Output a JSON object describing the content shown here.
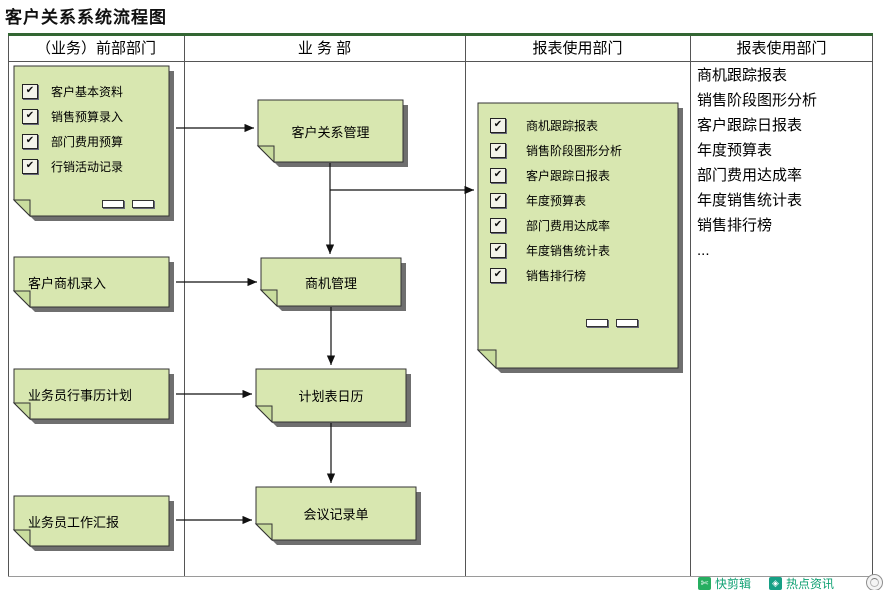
{
  "title": "客户关系系统流程图",
  "columns": {
    "c1": "（业务）前部部门",
    "c2": "业 务 部",
    "c3": "报表使用部门",
    "c4": "报表使用部门"
  },
  "front_dept": {
    "input_doc": {
      "items": [
        "客户基本资料",
        "销售预算录入",
        "部门费用预算",
        "行销活动记录"
      ]
    },
    "box_opportunity_entry": "客户商机录入",
    "box_schedule_plan": "业务员行事历计划",
    "box_work_report": "业务员工作汇报"
  },
  "business_dept": {
    "box_crm": "客户关系管理",
    "box_opportunity_mgmt": "商机管理",
    "box_calendar": "计划表日历",
    "box_meeting_record": "会议记录单"
  },
  "report_dept": {
    "report_doc": {
      "items": [
        "商机跟踪报表",
        "销售阶段图形分析",
        "客户跟踪日报表",
        "年度预算表",
        "部门费用达成率",
        "年度销售统计表",
        "销售排行榜"
      ]
    }
  },
  "report_list": [
    "商机跟踪报表",
    "销售阶段图形分析",
    "客户跟踪日报表",
    "年度预算表",
    "部门费用达成率",
    "年度销售统计表",
    "销售排行榜",
    "..."
  ],
  "footer": {
    "quick_clip": "快剪辑",
    "hot_news": "热点资讯"
  },
  "icons": {
    "checkmark": "✔",
    "quick_clip": "✄",
    "hot_news": "◈"
  },
  "colors": {
    "note_fill": "#d8e7b0",
    "note_fold": "#c9dd9e",
    "note_shadow": "#6f6f6f",
    "header_line": "#336633",
    "footer_green": "#0fa173"
  }
}
